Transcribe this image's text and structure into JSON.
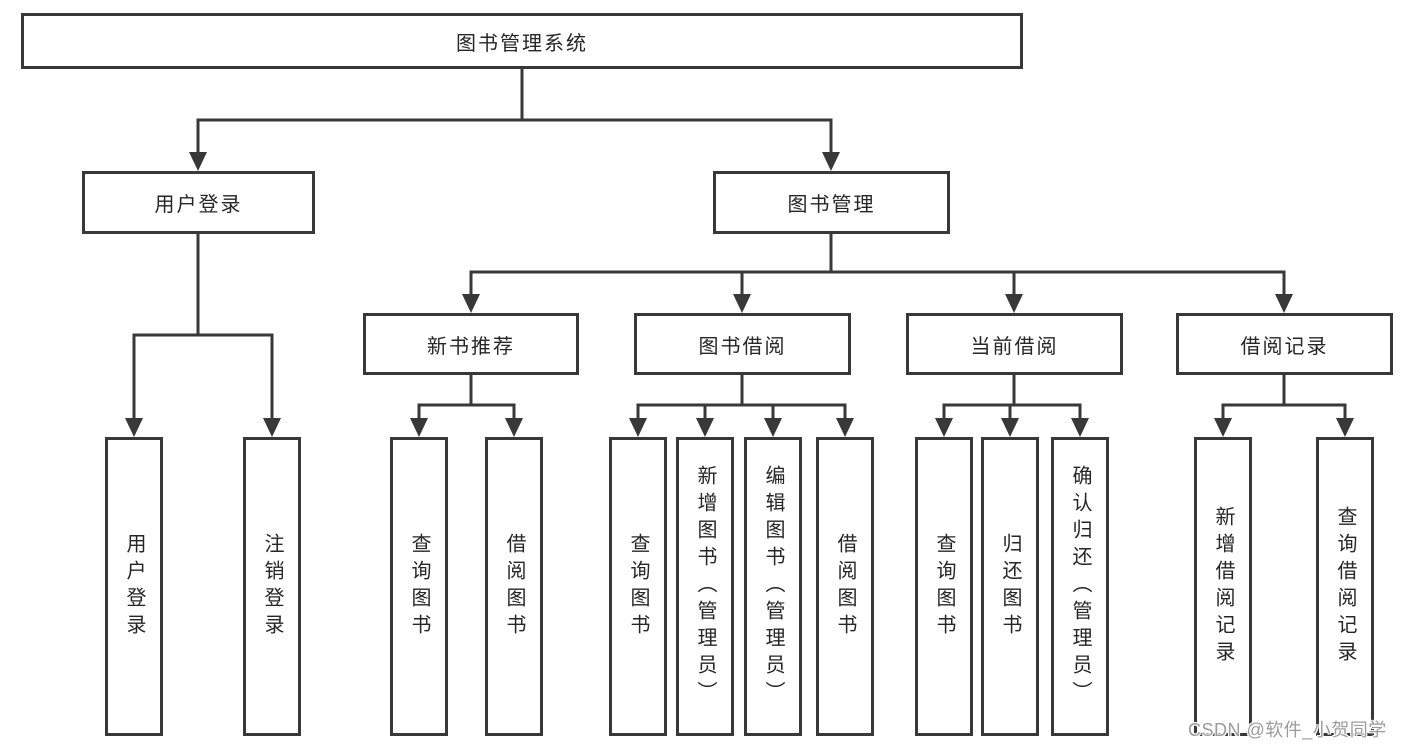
{
  "nodes": {
    "root": "图书管理系统",
    "user_login": "用户登录",
    "book_management": "图书管理",
    "new_book_recommend": "新书推荐",
    "book_borrowing": "图书借阅",
    "current_borrowing": "当前借阅",
    "borrowing_records": "借阅记录",
    "leaf_user_login": "用户登录",
    "leaf_logout": "注销登录",
    "leaf_nb_query_books": "查询图书",
    "leaf_nb_borrow_books": "借阅图书",
    "leaf_bb_query_books": "查询图书",
    "leaf_bb_add_books_admin": "新增图书（管理员）",
    "leaf_bb_edit_books_admin": "编辑图书（管理员）",
    "leaf_bb_borrow_books": "借阅图书",
    "leaf_cb_query_books": "查询图书",
    "leaf_cb_return_books": "归还图书",
    "leaf_cb_confirm_return_admin": "确认归还（管理员）",
    "leaf_br_add_record": "新增借阅记录",
    "leaf_br_query_record": "查询借阅记录"
  },
  "watermark": "CSDN @软件_小贺同学",
  "colors": {
    "line": "#383838",
    "text": "#262626",
    "watermark_gray": "#9c9c9c",
    "background": "#ffffff"
  }
}
